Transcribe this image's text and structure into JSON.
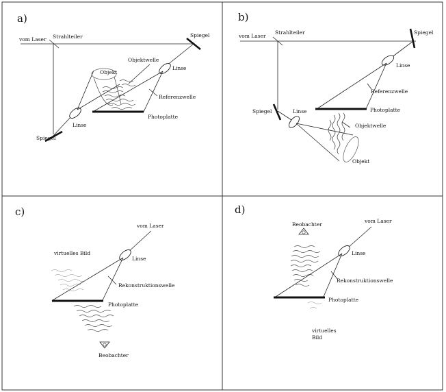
{
  "panels": [
    {
      "letter": "a)",
      "labels": {
        "vom_laser": "vom Laser",
        "strahlteiler": "Strahlteiler",
        "spiegel_top": "Spiegel",
        "objektwelle": "Objektwelle",
        "objekt": "Objekt",
        "linse_right": "Linse",
        "referenzwelle": "Referenzwelle",
        "linse_left": "Linse",
        "photoplatte": "Photoplatte",
        "spiegel_bottom": "Spiegel"
      }
    },
    {
      "letter": "b)",
      "labels": {
        "vom_laser": "vom Laser",
        "strahlteiler": "Strahlteiler",
        "spiegel_top": "Spiegel",
        "linse_top": "Linse",
        "referenzwelle": "Referenzwelle",
        "photoplatte": "Photoplatte",
        "spiegel_left": "Spiegel",
        "linse_left": "Linse",
        "objektwelle": "Objektwelle",
        "objekt": "Objekt"
      }
    },
    {
      "letter": "c)",
      "labels": {
        "vom_laser": "vom Laser",
        "virtuelles_bild": "virtuelles Bild",
        "linse": "Linse",
        "rekonstruktionswelle": "Rekonstruktionswelle",
        "photoplatte": "Photoplatte",
        "beobachter": "Beobachter"
      }
    },
    {
      "letter": "d)",
      "labels": {
        "beobachter": "Beobachter",
        "vom_laser": "vom Laser",
        "linse": "Linse",
        "rekonstruktionswelle": "Rekonstruktionswelle",
        "photoplatte": "Photoplatte",
        "virtuelles": "virtuelles",
        "bild": "Bild"
      }
    }
  ],
  "icons": [
    "mirror-icon",
    "lens-icon",
    "photo-plate-icon",
    "eye-icon",
    "object-icon"
  ]
}
